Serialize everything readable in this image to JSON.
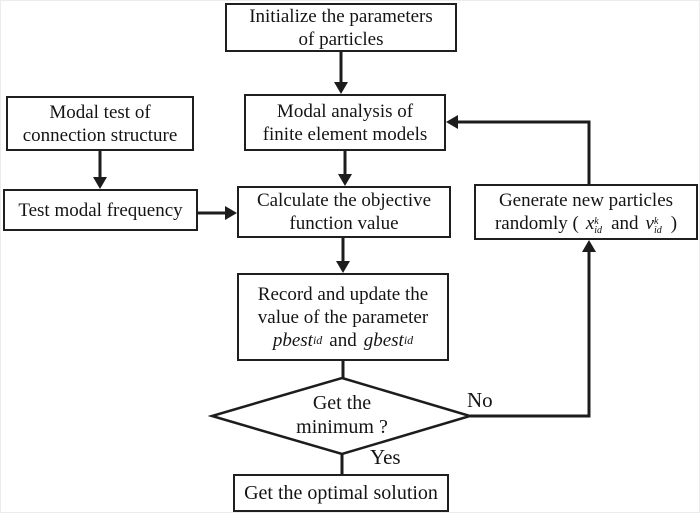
{
  "colors": {
    "line": "#1c1c1c",
    "background": "#ffffff"
  },
  "nodes": {
    "initialize": {
      "lines": [
        "Initialize the parameters",
        "of particles"
      ]
    },
    "modal_test": {
      "lines": [
        "Modal test of",
        "connection structure"
      ]
    },
    "modal_analysis": {
      "lines": [
        "Modal analysis of",
        "finite element models"
      ]
    },
    "test_frequency": {
      "lines": [
        "Test modal frequency"
      ]
    },
    "calculate": {
      "lines": [
        "Calculate the objective",
        "function value"
      ]
    },
    "generate": {
      "line1": "Generate new particles",
      "line2_prefix": "randomly (",
      "var1": {
        "base": "x",
        "sup": "k",
        "sub": "id"
      },
      "connector": "and",
      "var2": {
        "base": "v",
        "sup": "k",
        "sub": "id"
      },
      "line2_suffix": ")"
    },
    "record": {
      "line1": "Record and update the",
      "line2": "value of the parameter",
      "var1": {
        "base": "pbest",
        "sub": "id"
      },
      "connector": "and",
      "var2": {
        "base": "gbest",
        "sub": "id"
      }
    },
    "decision": {
      "lines": [
        "Get the",
        "minimum ?"
      ]
    },
    "optimal": {
      "lines": [
        "Get the optimal solution"
      ]
    }
  },
  "edge_labels": {
    "no": "No",
    "yes": "Yes"
  }
}
